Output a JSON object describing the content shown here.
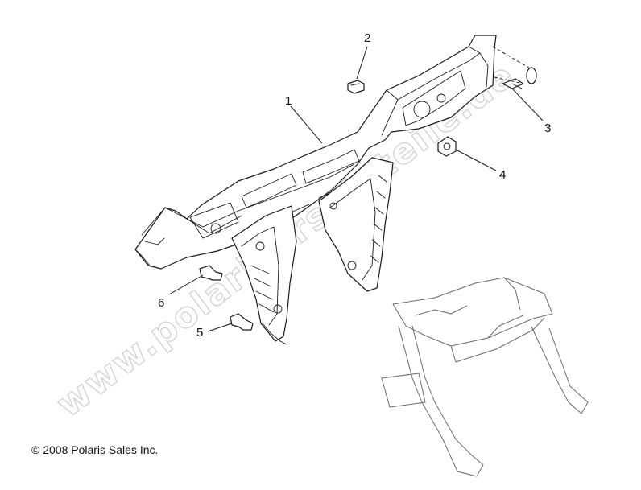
{
  "watermark": "www.polarisersatzteile.de",
  "callouts": {
    "c1": "1",
    "c2": "2",
    "c3": "3",
    "c4": "4",
    "c5": "5",
    "c6": "6"
  },
  "copyright": "© 2008 Polaris Sales Inc."
}
